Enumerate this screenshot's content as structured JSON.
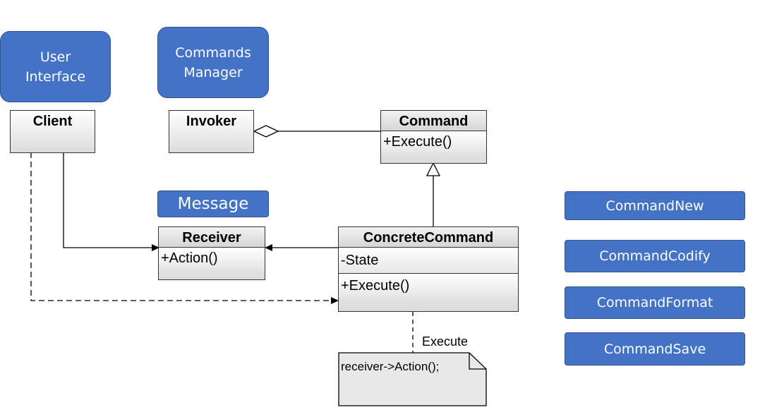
{
  "labels": {
    "user_interface": "User\nInterface",
    "commands_manager": "Commands\nManager",
    "message": "Message"
  },
  "commands": [
    "CommandNew",
    "CommandCodify",
    "CommandFormat",
    "CommandSave"
  ],
  "classes": {
    "client": {
      "name": "Client"
    },
    "invoker": {
      "name": "Invoker"
    },
    "command": {
      "name": "Command",
      "method": "+Execute()"
    },
    "receiver": {
      "name": "Receiver",
      "method": "+Action()"
    },
    "concrete": {
      "name": "ConcreteCommand",
      "attribute": "-State",
      "method": "+Execute()"
    }
  },
  "note": {
    "label": "Execute",
    "text": "receiver->Action();"
  },
  "colors": {
    "accent": "#4472c4",
    "border": "#2f528f"
  }
}
